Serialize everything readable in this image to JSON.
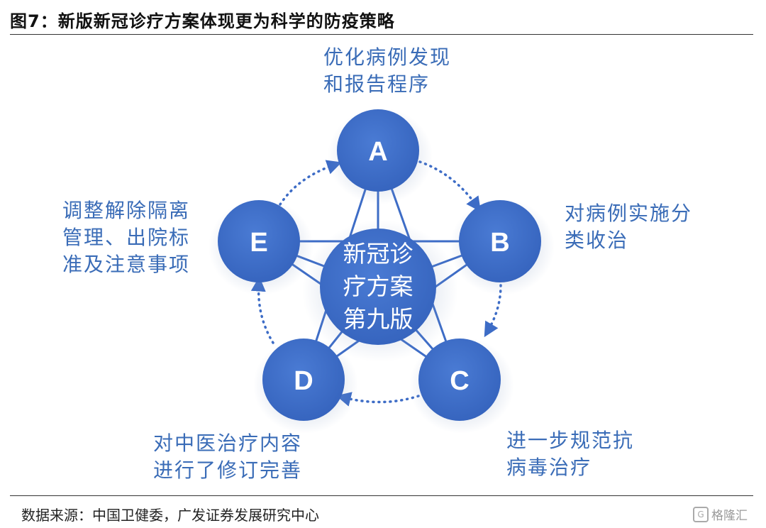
{
  "header": {
    "title": "图7：新版新冠诊疗方案体现更为科学的防疫策略"
  },
  "center": {
    "lines": [
      "新冠诊",
      "疗方案",
      "第九版"
    ]
  },
  "nodes": [
    {
      "letter": "A",
      "lines": [
        "优化病例发现",
        "和报告程序"
      ]
    },
    {
      "letter": "B",
      "lines": [
        "对病例实施分",
        "类收治"
      ]
    },
    {
      "letter": "C",
      "lines": [
        "进一步规范抗",
        "病毒治疗"
      ]
    },
    {
      "letter": "D",
      "lines": [
        "对中医治疗内容",
        "进行了修订完善"
      ]
    },
    {
      "letter": "E",
      "lines": [
        "调整解除隔离",
        "管理、出院标",
        "准及注意事项"
      ]
    }
  ],
  "colors": {
    "node": "#3d6cc6",
    "label": "#3a6cb7",
    "line": "#3d6cc6"
  },
  "footer": {
    "source": "数据来源：中国卫健委，广发证券发展研究中心",
    "watermark": "格隆汇"
  }
}
